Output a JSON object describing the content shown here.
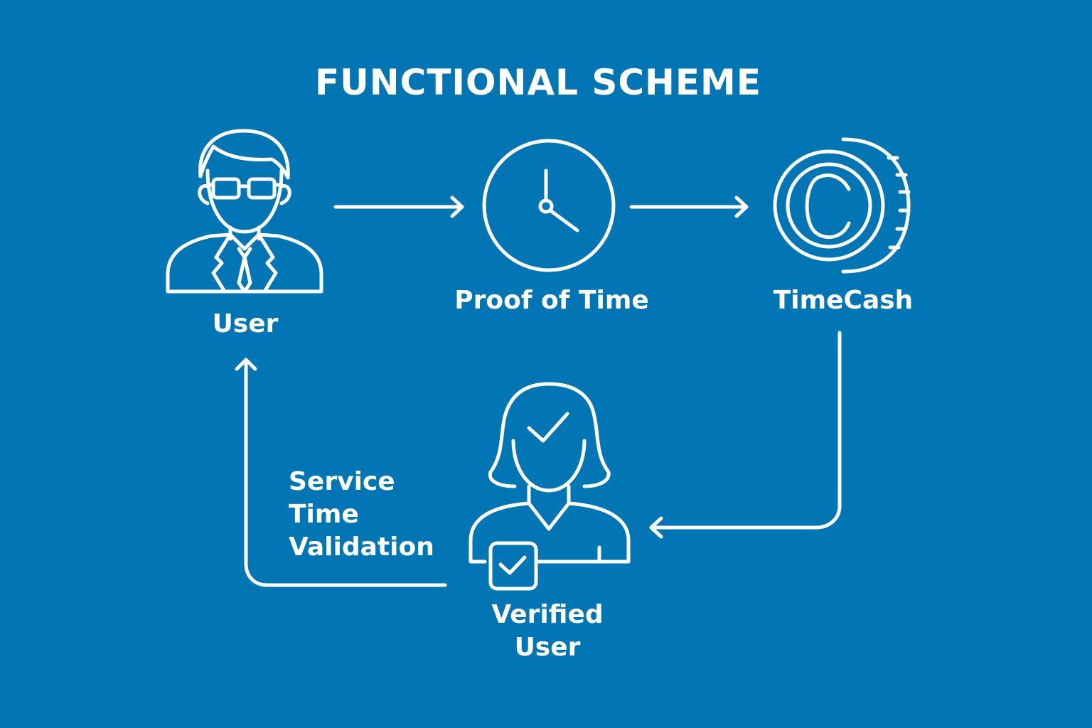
{
  "theme": {
    "background": "#0275B5",
    "stroke": "#FFFFFF"
  },
  "diagram": {
    "title": "FUNCTIONAL SCHEME",
    "nodes": {
      "user": {
        "label": "User",
        "icon": "businessman-with-glasses-icon"
      },
      "proof_of_time": {
        "label": "Proof of Time",
        "icon": "clock-icon"
      },
      "timecash": {
        "label": "TimeCash",
        "icon": "coin-copyright-icon"
      },
      "verified_user": {
        "label_line1": "Verified",
        "label_line2": "User",
        "icon": "woman-verified-checkbox-icon"
      }
    },
    "edges": [
      {
        "from": "user",
        "to": "proof_of_time",
        "label": ""
      },
      {
        "from": "proof_of_time",
        "to": "timecash",
        "label": ""
      },
      {
        "from": "timecash",
        "to": "verified_user",
        "label": ""
      },
      {
        "from": "verified_user",
        "to": "user",
        "label_lines": [
          "Service",
          "Time",
          "Validation"
        ]
      }
    ]
  }
}
